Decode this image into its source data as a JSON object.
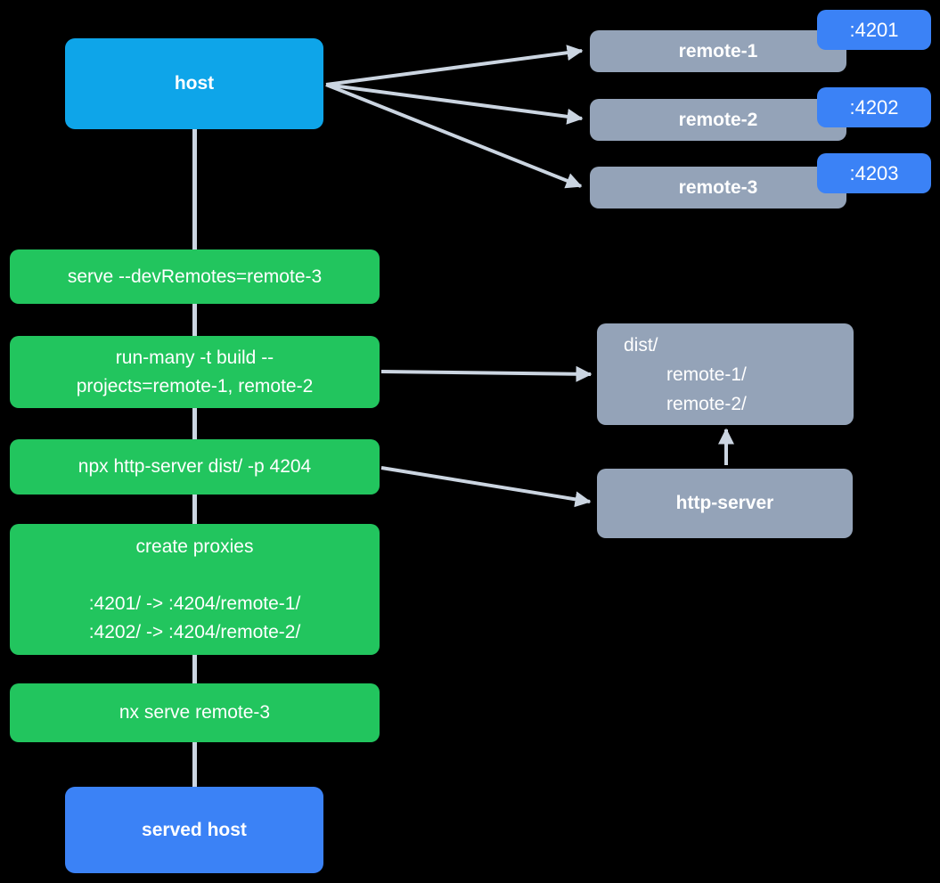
{
  "colors": {
    "sky": "#0ea5e9",
    "blue": "#3b82f6",
    "slate": "#94a3b8",
    "green": "#22c55e",
    "arrow": "#cbd5e1",
    "text": "#ffffff"
  },
  "nodes": {
    "host": {
      "label": "host"
    },
    "remotes": [
      {
        "label": "remote-1",
        "port": ":4201"
      },
      {
        "label": "remote-2",
        "port": ":4202"
      },
      {
        "label": "remote-3",
        "port": ":4203"
      }
    ],
    "commands": [
      {
        "lines": [
          "serve --devRemotes=remote-3"
        ]
      },
      {
        "lines": [
          "run-many -t build --",
          "projects=remote-1, remote-2"
        ]
      },
      {
        "lines": [
          "npx http-server dist/ -p 4204"
        ]
      },
      {
        "lines": [
          "create proxies",
          "",
          ":4201/ -> :4204/remote-1/",
          ":4202/ -> :4204/remote-2/"
        ]
      },
      {
        "lines": [
          "nx serve remote-3"
        ]
      }
    ],
    "dist": {
      "lines": [
        "dist/",
        "remote-1/",
        "remote-2/"
      ]
    },
    "http_server": {
      "label": "http-server"
    },
    "served_host": {
      "label": "served host"
    }
  }
}
